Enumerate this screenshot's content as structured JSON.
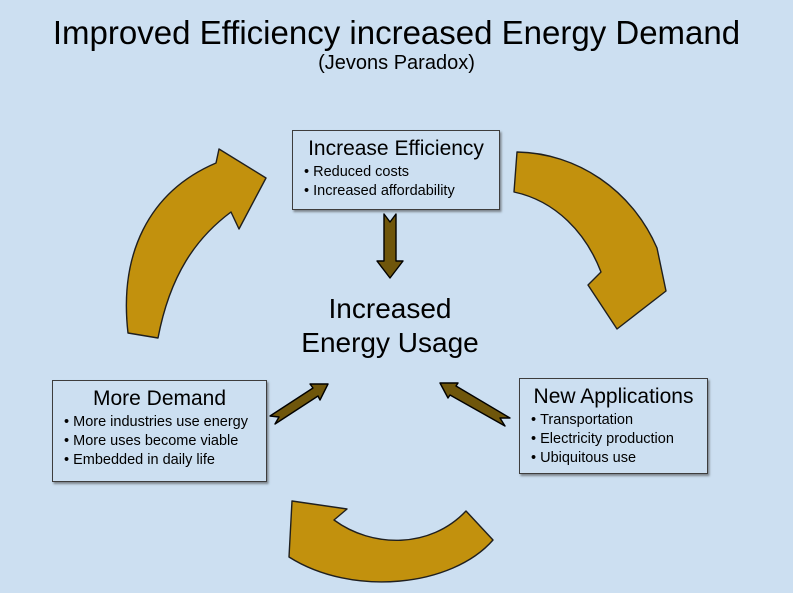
{
  "title": "Improved Efficiency increased Energy Demand",
  "subtitle": "(Jevons Paradox)",
  "center": {
    "line1": "Increased",
    "line2": "Energy Usage"
  },
  "boxes": {
    "efficiency": {
      "title": "Increase Efficiency",
      "bullets": [
        "Reduced costs",
        "Increased affordability"
      ]
    },
    "demand": {
      "title": "More Demand",
      "bullets": [
        "More industries use energy",
        "More uses become viable",
        "Embedded in daily life"
      ]
    },
    "applications": {
      "title": "New Applications",
      "bullets": [
        "Transportation",
        "Electricity production",
        "Ubiquitous use"
      ]
    }
  },
  "arrows": {
    "cycle": [
      "demand-to-efficiency-curved-arrow",
      "efficiency-to-applications-curved-arrow",
      "applications-to-demand-curved-arrow"
    ],
    "inflow": [
      "efficiency-to-usage-arrow",
      "demand-to-usage-arrow",
      "applications-to-usage-arrow"
    ]
  },
  "colors": {
    "background": "#CCDFF1",
    "cycle_arrow": "#C2910D",
    "inflow_arrow": "#6F560B",
    "box_border": "#3D3D3D",
    "text": "#000000"
  }
}
